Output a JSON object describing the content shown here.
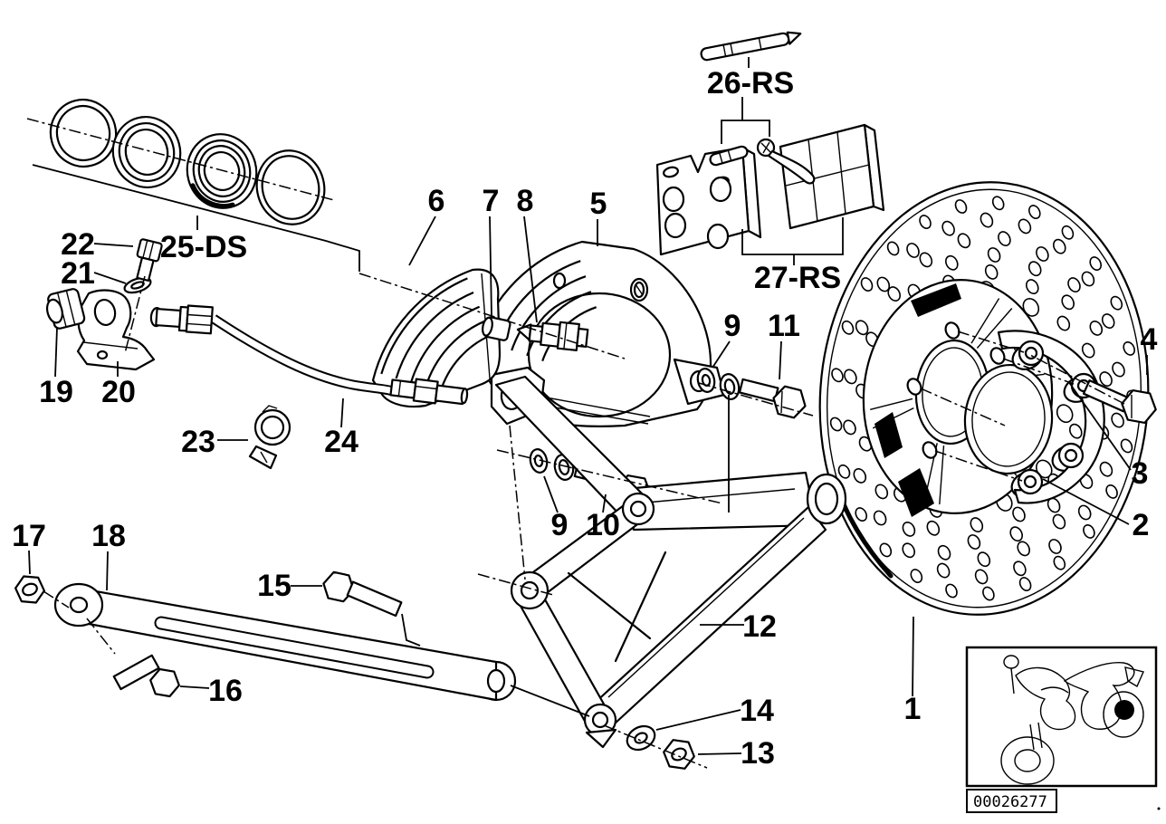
{
  "figure": {
    "type": "exploded-parts-diagram",
    "subject": "rear wheel brake disc assembly",
    "background": "#ffffff",
    "line_color": "#000000"
  },
  "callouts": {
    "c1": "1",
    "c2": "2",
    "c3": "3",
    "c4": "4",
    "c5": "5",
    "c6": "6",
    "c7": "7",
    "c8": "8",
    "c9": "9",
    "c10": "10",
    "c11": "11",
    "c12": "12",
    "c13": "13",
    "c14": "14",
    "c15": "15",
    "c16": "16",
    "c17": "17",
    "c18": "18",
    "c19": "19",
    "c20": "20",
    "c21": "21",
    "c22": "22",
    "c23": "23",
    "c24": "24",
    "c25ds": "25-DS",
    "c26rs": "26-RS",
    "c27rs": "27-RS"
  },
  "stamp": {
    "part_number": "00026277",
    "icon": "sport-motorcycle-icon"
  }
}
